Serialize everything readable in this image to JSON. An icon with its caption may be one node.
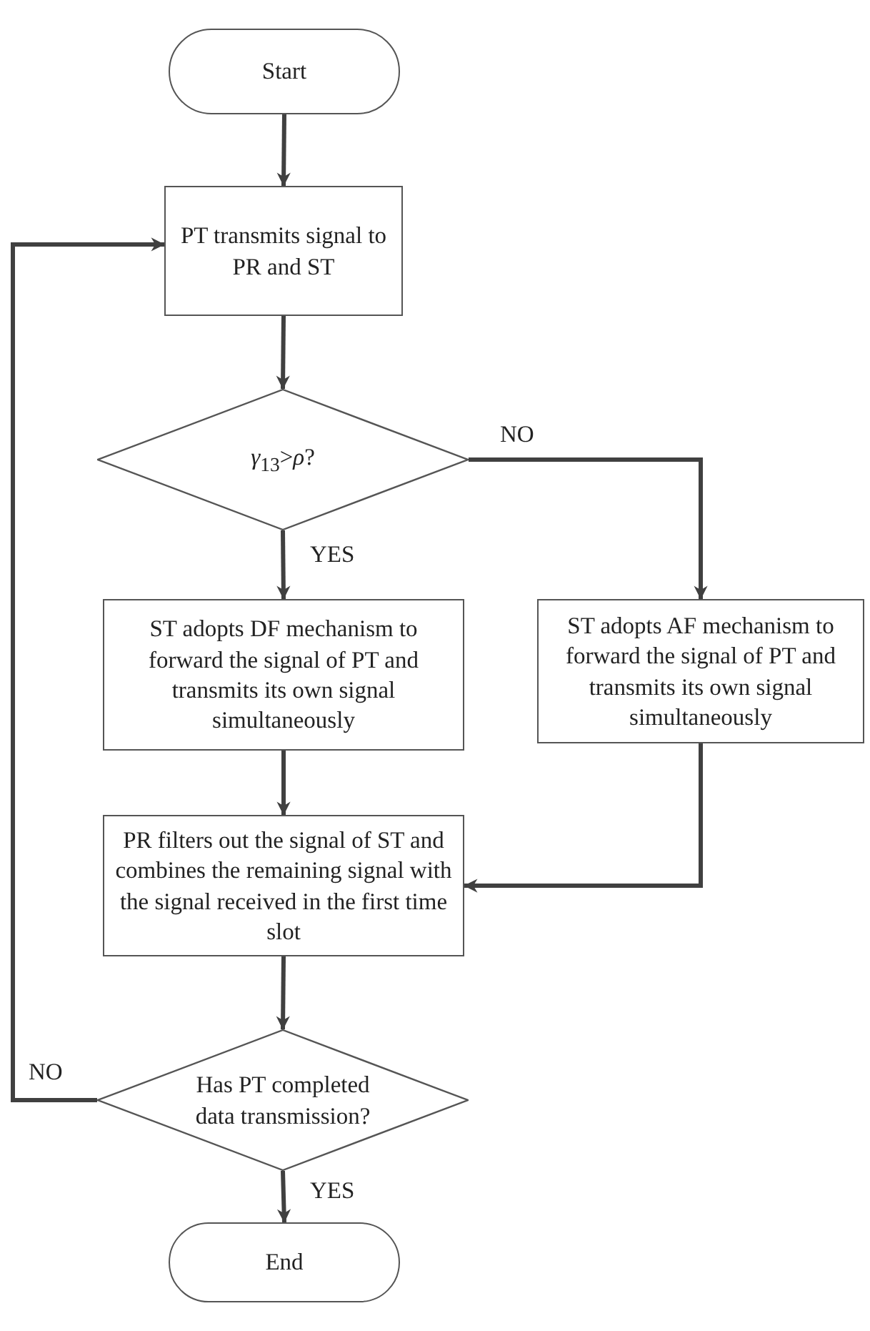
{
  "diagram": {
    "nodes": [
      {
        "text": [
          "Start"
        ]
      },
      {
        "text": [
          "PT transmits signal to PR and ST"
        ]
      },
      {
        "text": [
          "*γ*$_{13}$>*ρ*?"
        ]
      },
      {
        "text": [
          "ST adopts DF mechanism to forward the signal of PT and transmits its own signal simultaneously"
        ]
      },
      {
        "text": [
          "ST adopts AF mechanism to forward the signal of PT and transmits its own signal simultaneously"
        ]
      },
      {
        "text": [
          "PR filters out the signal of ST and combines the remaining signal with the signal received in the first time slot"
        ]
      },
      {
        "text": [
          "Has PT completed data transmission?"
        ]
      },
      {
        "text": [
          "End"
        ]
      }
    ],
    "edges": [
      {
        "from": 0,
        "to": 1,
        "arrow": "to"
      },
      {
        "from": 1,
        "to": 2,
        "arrow": "to"
      },
      {
        "from": 2,
        "to": 3,
        "arrow": "to",
        "label": "YES"
      },
      {
        "from": 2,
        "to": 4,
        "arrow": "to",
        "label": "NO"
      },
      {
        "from": 3,
        "to": 5,
        "arrow": "to"
      },
      {
        "from": 4,
        "to": 5,
        "arrow": "to"
      },
      {
        "from": 5,
        "to": 6,
        "arrow": "to"
      },
      {
        "from": 6,
        "to": 7,
        "arrow": "to",
        "label": "YES"
      },
      {
        "from": 6,
        "to": 1,
        "arrow": "to",
        "label": "NO"
      }
    ]
  }
}
